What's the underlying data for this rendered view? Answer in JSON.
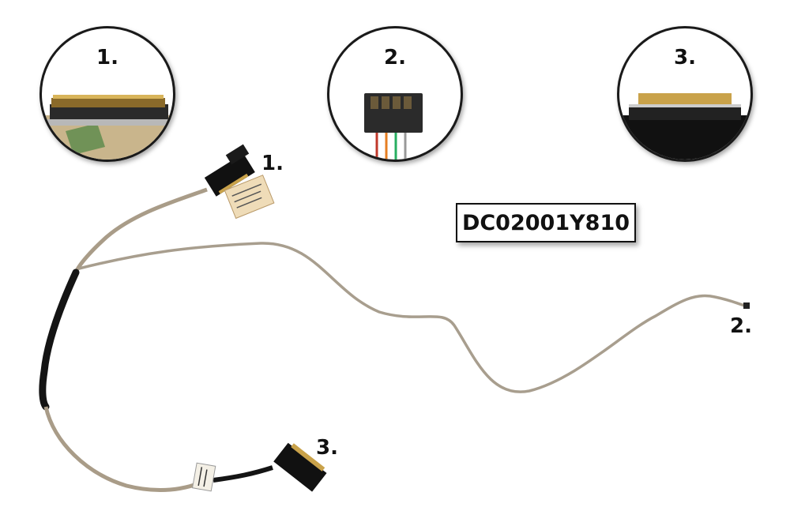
{
  "part_number": "DC02001Y810",
  "details": [
    {
      "label": "1."
    },
    {
      "label": "2."
    },
    {
      "label": "3."
    }
  ],
  "callouts": [
    {
      "label": "1."
    },
    {
      "label": "2."
    },
    {
      "label": "3."
    }
  ],
  "colors": {
    "cable": "#a99c88",
    "shrink_wrap": "#141414",
    "connector_black": "#111111",
    "gold_pins": "#c9a24a",
    "label_sticker": "#efdcb8"
  }
}
